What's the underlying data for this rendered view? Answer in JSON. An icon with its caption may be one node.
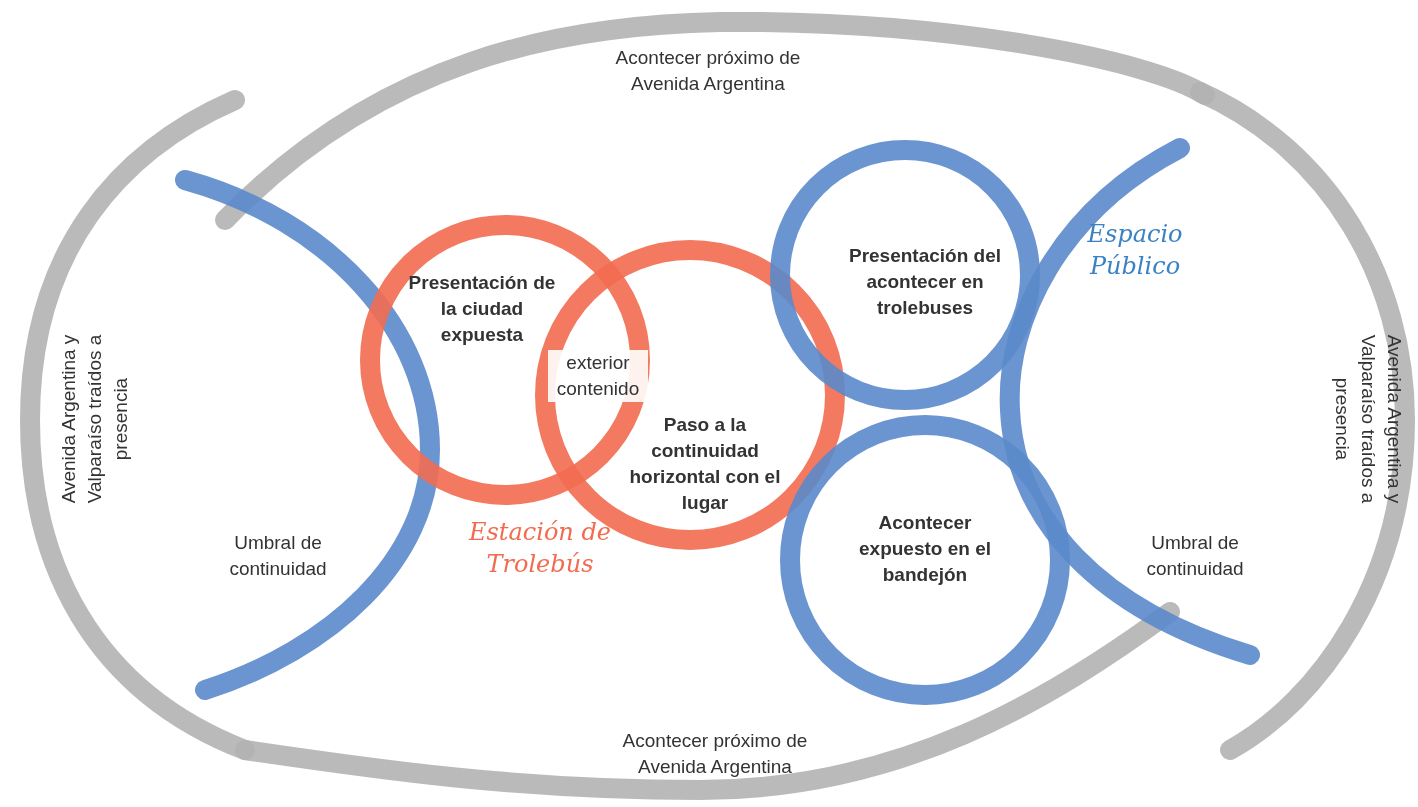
{
  "diagram": {
    "nodes": [
      {
        "text": [
          "Presentación de la ciudad expuesta"
        ]
      },
      {
        "text": [],
        "shape": "circle"
      },
      {
        "text": [
          "Presentación del acontecer en trolebuses"
        ]
      },
      {
        "text": [
          "Acontecer expuesto en el bandejón"
        ]
      }
    ],
    "labels": [
      "Acontecer próximo de Avenida Argentina",
      "Avenida Argentina y Valparaíso traídos a presencia",
      "Espacio Público",
      "exterior contenido",
      "Paso a la continuidad horizontal con el lugar",
      "Avenida Argentina y Valparaíso traídos a presencia",
      "Umbral de continuidad",
      "Estación de Trolebús",
      "Umbral de continuidad",
      "Acontecer próximo de Avenida Argentina"
    ]
  }
}
